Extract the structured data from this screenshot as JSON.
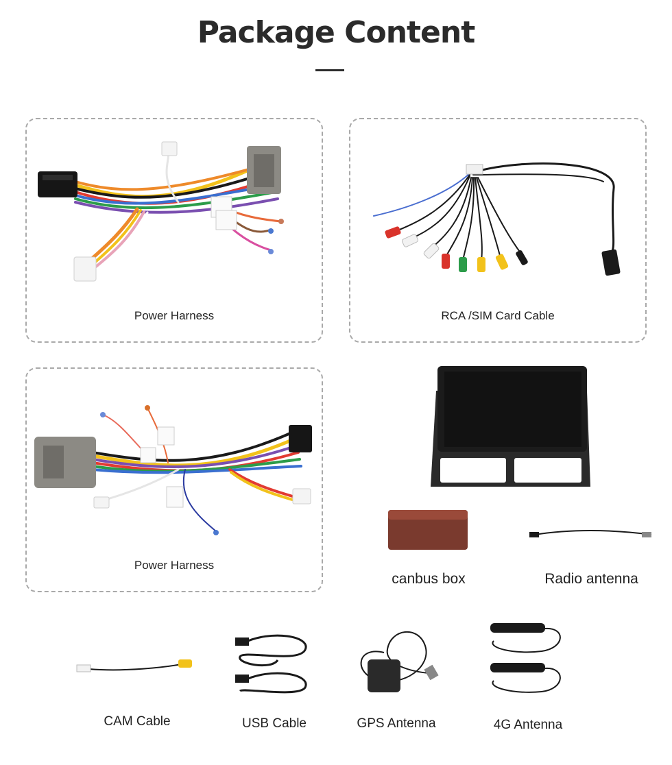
{
  "header": {
    "title": "Package Content"
  },
  "items": [
    {
      "label": "Power Harness"
    },
    {
      "label": "RCA /SIM Card Cable"
    },
    {
      "label": "Power Harness"
    },
    {
      "label": "canbus box"
    },
    {
      "label": "Radio antenna"
    },
    {
      "label": "CAM Cable"
    },
    {
      "label": "USB Cable"
    },
    {
      "label": "GPS Antenna"
    },
    {
      "label": "4G Antenna"
    }
  ],
  "colors": {
    "title": "#2b2b2b",
    "card_border": "#a9a9a9",
    "connector_gray": "#8c8a84",
    "wire_yellow": "#f2c21b",
    "wire_red": "#d9332b",
    "wire_black": "#1a1a1a"
  },
  "icons": [
    "power-harness-image",
    "rca-sim-cable-image",
    "power-harness-image",
    "head-unit-image",
    "canbus-box-image",
    "radio-antenna-image",
    "cam-cable-image",
    "usb-cable-image",
    "gps-antenna-image",
    "4g-antenna-image"
  ]
}
